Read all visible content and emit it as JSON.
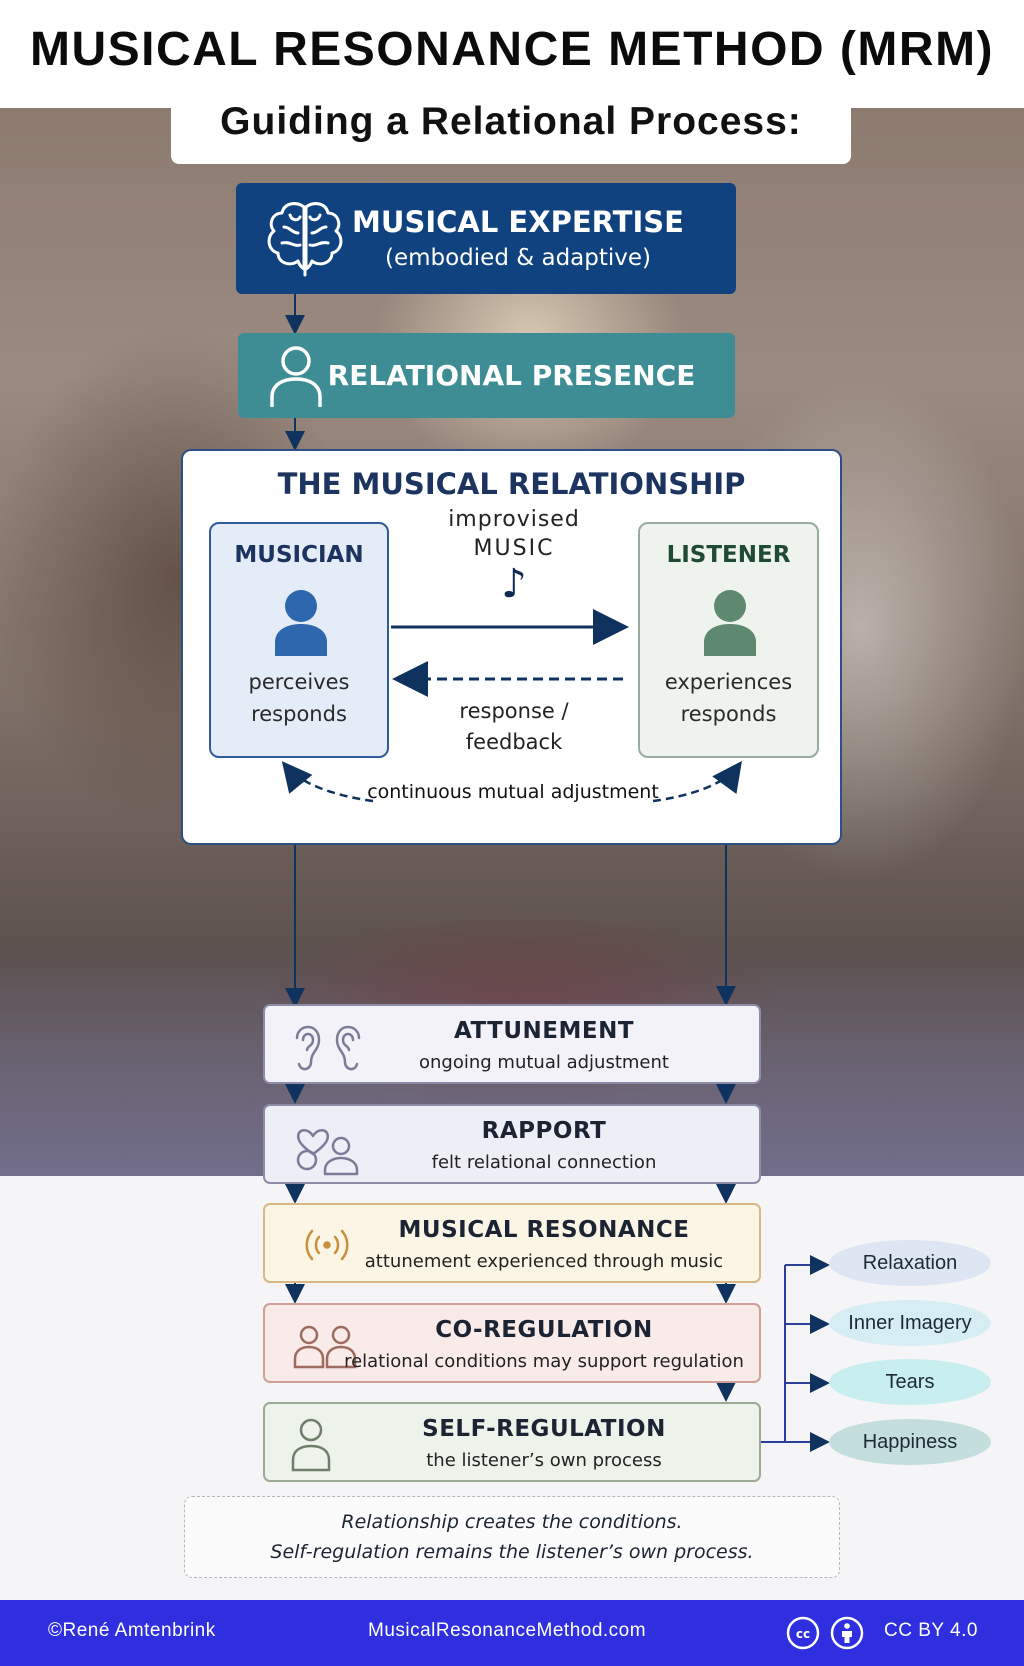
{
  "title": "MUSICAL RESONANCE METHOD (MRM)",
  "subtitle": "Guiding a Relational Process:",
  "expertise": {
    "title": "MUSICAL EXPERTISE",
    "subtitle": "(embodied & adaptive)",
    "icon": "brain-icon"
  },
  "presence": {
    "title": "RELATIONAL PRESENCE",
    "icon": "person-outline-icon"
  },
  "relationship": {
    "title": "THE MUSICAL RELATIONSHIP",
    "musician": {
      "title": "MUSICIAN",
      "line1": "perceives",
      "line2": "responds"
    },
    "listener": {
      "title": "LISTENER",
      "line1": "experiences",
      "line2": "responds"
    },
    "music_line1": "improvised",
    "music_line2": "MUSIC",
    "music_note": "♪",
    "feedback_line1": "response /",
    "feedback_line2": "feedback",
    "mutual": "continuous mutual adjustment"
  },
  "steps": [
    {
      "title": "ATTUNEMENT",
      "desc": "ongoing mutual adjustment",
      "icon": "ears-icon"
    },
    {
      "title": "RAPPORT",
      "desc": "felt relational connection",
      "icon": "heart-people-icon"
    },
    {
      "title": "MUSICAL RESONANCE",
      "desc": "attunement experienced through music",
      "icon": "resonance-waves-icon"
    },
    {
      "title": "CO-REGULATION",
      "desc": "relational conditions may support regulation",
      "icon": "two-people-icon"
    },
    {
      "title": "SELF-REGULATION",
      "desc": "the listener’s own process",
      "icon": "single-person-icon"
    }
  ],
  "outcomes": [
    "Relaxation",
    "Inner Imagery",
    "Tears",
    "Happiness"
  ],
  "note": {
    "line1": "Relationship creates the conditions.",
    "line2": "Self-regulation remains the listener’s own process."
  },
  "footer": {
    "author": "©René Amtenbrink",
    "website": "MusicalResonanceMethod.com",
    "license": "CC BY 4.0"
  },
  "colors": {
    "navy": "#10427f",
    "teal": "#3e8c94",
    "footer": "#2f2fe0"
  }
}
